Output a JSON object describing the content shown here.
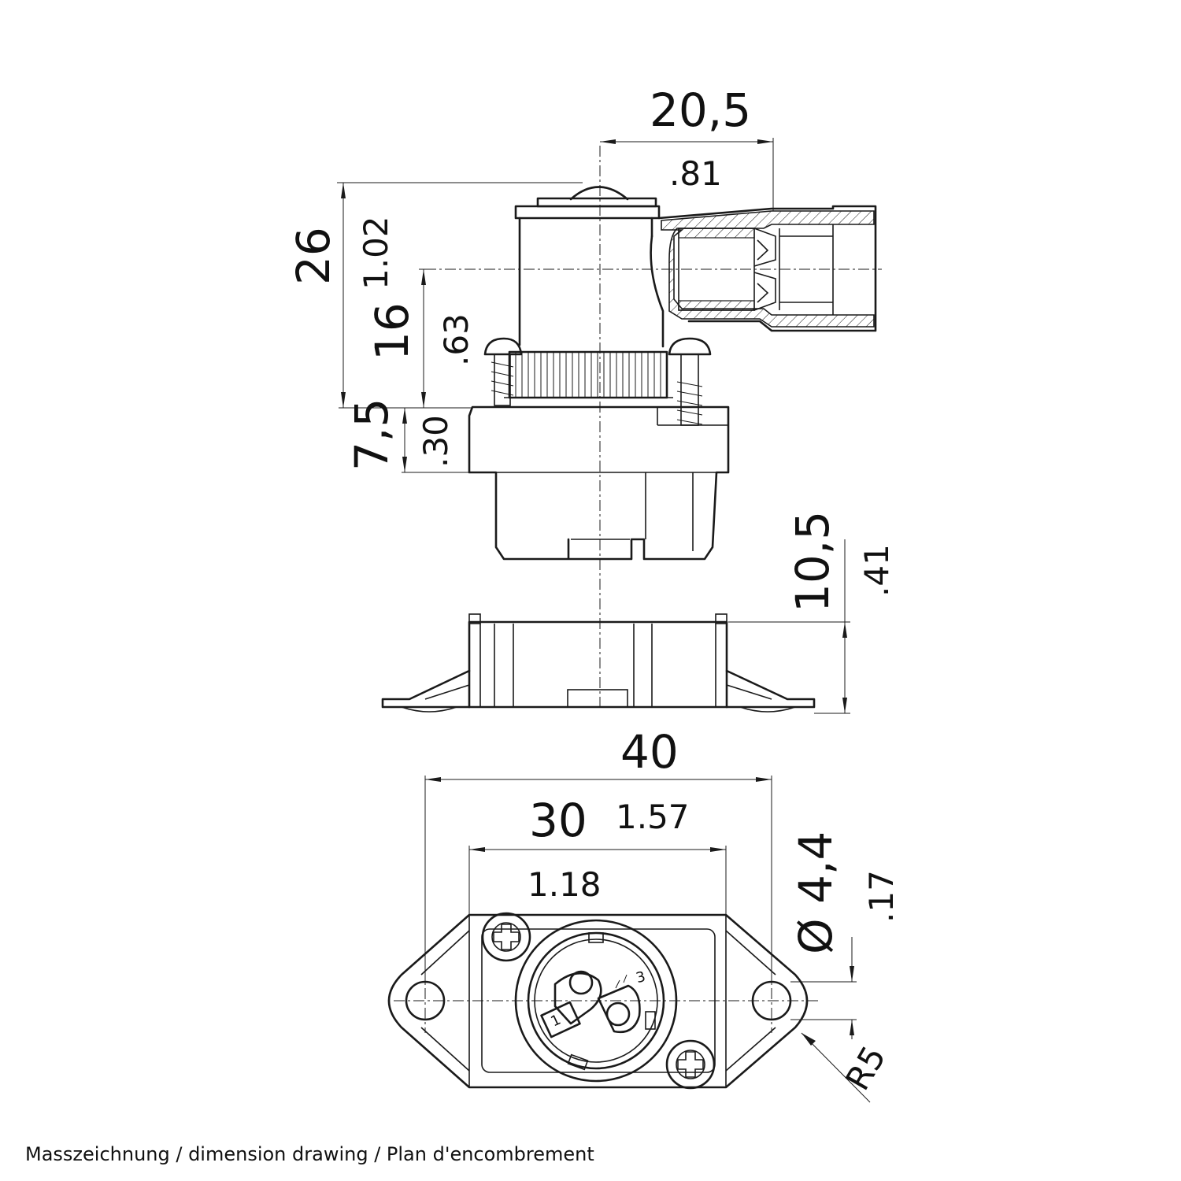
{
  "dimensions": {
    "width_mm": "20,5",
    "width_in": ".81",
    "height_total_mm": "26",
    "height_total_in": "1.02",
    "height_axis_mm": "16",
    "height_axis_in": ".63",
    "flange_height_mm": "7,5",
    "flange_height_in": ".30",
    "housing_height_mm": "10,5",
    "housing_height_in": ".41",
    "overall_length_mm": "40",
    "overall_length_in": "1.57",
    "hole_spacing_mm": "30",
    "hole_spacing_in": "1.18",
    "hole_diameter_mm": "Ø 4,4",
    "hole_diameter_in": ".17",
    "radius": "R5"
  },
  "pins": [
    "1",
    "3"
  ],
  "caption": "Masszeichnung / dimension drawing / Plan d'encombrement"
}
